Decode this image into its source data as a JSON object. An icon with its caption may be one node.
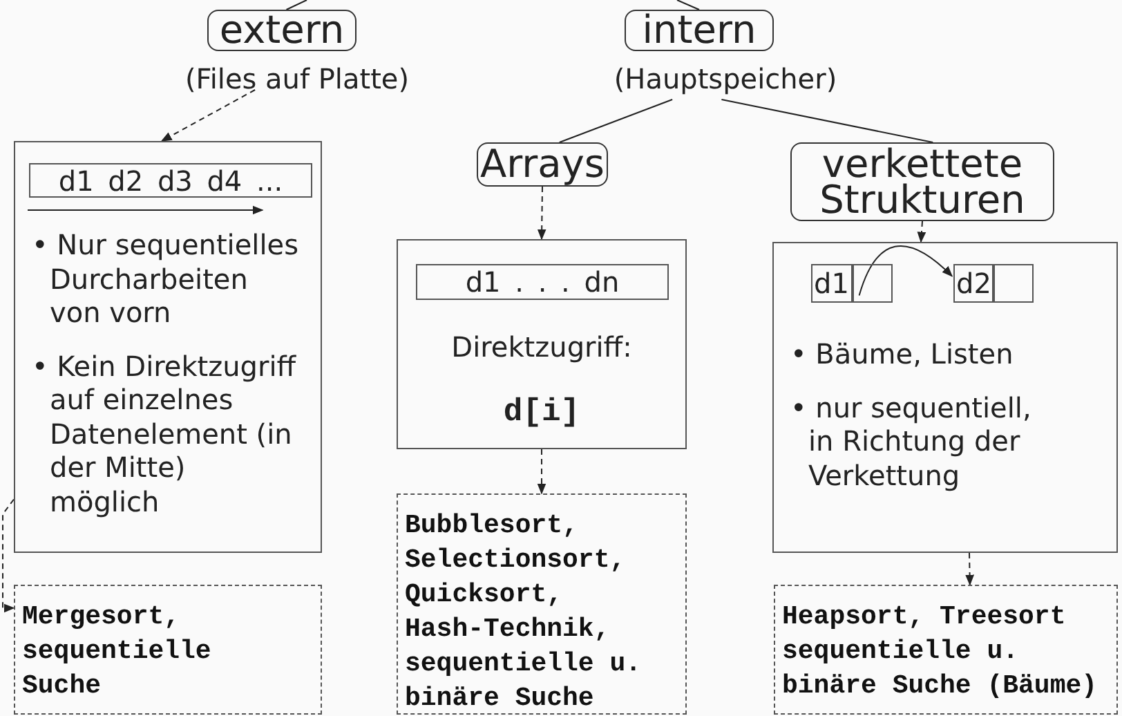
{
  "diagram": {
    "nodes": [
      {
        "text": [
          "extern"
        ],
        "beside": [
          "(Files auf Platte)"
        ]
      },
      {
        "text": [
          "intern"
        ],
        "beside": [
          "(Hauptspeicher)"
        ]
      },
      {
        "text": [
          "• Nur sequentielles Durcharbeiten von vorn",
          "• Kein Direktzugriff auf einzelnes Datenelement (in der Mitte) möglich"
        ]
      },
      {
        "text": [
          "d1 d2 d3 d4 ..."
        ],
        "in": 2
      },
      {
        "text": [
          "Arrays"
        ]
      },
      {
        "text": [
          "verkettete Strukturen"
        ]
      },
      {
        "text": [
          "Direktzugriff:",
          "d[i]"
        ]
      },
      {
        "text": [
          "d1 . . . dn"
        ],
        "in": 6
      },
      {
        "text": [
          "• Bäume, Listen",
          "• nur sequentiell, in Richtung der Verkettung"
        ]
      },
      {
        "text": [
          "d1"
        ],
        "in": 8
      },
      {
        "text": [],
        "shape": "box",
        "in": 8
      },
      {
        "text": [
          "d2"
        ],
        "in": 8
      },
      {
        "text": [],
        "shape": "box",
        "in": 8
      },
      {
        "text": [
          "Mergesort, sequentielle Suche"
        ]
      },
      {
        "text": [
          "Bubblesort, Selectionsort, Quicksort, Hash-Technik, sequentielle u. binäre Suche"
        ]
      },
      {
        "text": [
          "Heapsort, Treesort sequentielle u. binäre Suche (Bäume)"
        ]
      }
    ],
    "edges": [
      {
        "from": null,
        "to": 0,
        "arrow": "none"
      },
      {
        "from": null,
        "to": 1,
        "arrow": "none"
      },
      {
        "from": 0,
        "to": 2,
        "arrow": "to",
        "style": "dashed"
      },
      {
        "from": 1,
        "to": 4,
        "arrow": "none"
      },
      {
        "from": 1,
        "to": 5,
        "arrow": "none"
      },
      {
        "from": 4,
        "to": 6,
        "arrow": "to",
        "style": "dashed"
      },
      {
        "from": 5,
        "to": 8,
        "arrow": "to",
        "style": "dashed"
      },
      {
        "from": 10,
        "to": 11,
        "arrow": "to"
      },
      {
        "from": 2,
        "to": 13,
        "arrow": "to",
        "style": "dashed"
      },
      {
        "from": 6,
        "to": 14,
        "arrow": "to",
        "style": "dashed"
      },
      {
        "from": 8,
        "to": 15,
        "arrow": "to",
        "style": "dashed"
      }
    ]
  }
}
